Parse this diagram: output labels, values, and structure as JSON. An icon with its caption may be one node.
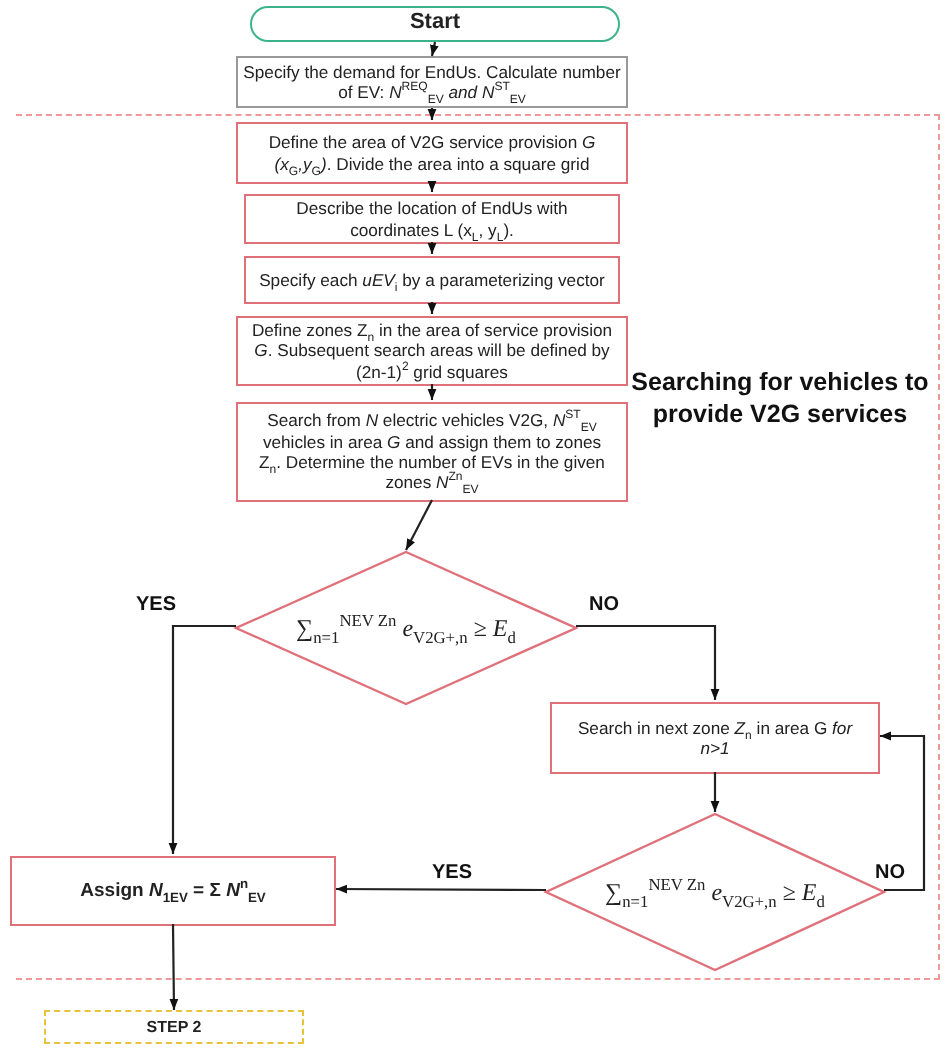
{
  "diagram": {
    "nodes": [
      {
        "text": [
          "Start"
        ]
      },
      {
        "text": [
          "Specify the demand for EndUs. Calculate number of EV: *N*$^{REQ}$$_{EV}$ *and N*$^{ST}$$_{EV}$"
        ]
      },
      {
        "text": [
          "Searching for vehicles to provide V2G services"
        ]
      },
      {
        "text": [
          "Define the area of V2G service provision *G (x*$_{G}$*,y*$_{G}$*)*. Divide the area into a square grid"
        ],
        "in": 2
      },
      {
        "text": [
          "Describe the location of EndUs with coordinates L (x$_{L}$, y$_{L}$)."
        ],
        "in": 2
      },
      {
        "text": [
          "Specify each *uEV*$_{i}$ by a parameterizing vector"
        ],
        "in": 2
      },
      {
        "text": [
          "Define zones Z$_{n}$ in the area of service provision *G*. Subsequent search areas will be defined by (2n-1)$^{2}$ grid squares"
        ],
        "in": 2
      },
      {
        "text": [
          "Search from *N* electric vehicles V2G, *N*$^{ST}$$_{EV}$ vehicles in area *G* and assign them to zones Z$_{n}$. Determine the number of EVs in the given zones *N*$^{Zn}$$_{EV}$"
        ],
        "in": 2
      },
      {
        "text": [
          "∑$_{n=1}$$^{NEV Zn}$ *e*$_{V2G+,n}$ ≥ *E*$_{d}$"
        ],
        "in": 2
      },
      {
        "text": [
          "Search in next zone *Z*$_{n}$ in area G *for n>1*"
        ],
        "in": 2
      },
      {
        "text": [
          "∑$_{n=1}$$^{NEV Zn}$ *e*$_{V2G+,n}$ ≥ *E*$_{d}$"
        ],
        "in": 2
      },
      {
        "text": [
          "Assign *N*$_{1EV}$ = Σ *N*$^{n}$$_{EV}$"
        ],
        "in": 2
      },
      {
        "text": [
          "STEP 2"
        ]
      }
    ],
    "edges": [
      {
        "from": 0,
        "to": 1,
        "arrow": "to"
      },
      {
        "from": 1,
        "to": 3,
        "arrow": "to"
      },
      {
        "from": 3,
        "to": 4,
        "arrow": "to"
      },
      {
        "from": 4,
        "to": 5,
        "arrow": "to"
      },
      {
        "from": 5,
        "to": 6,
        "arrow": "to"
      },
      {
        "from": 6,
        "to": 7,
        "arrow": "to"
      },
      {
        "from": 7,
        "to": 8,
        "arrow": "to"
      },
      {
        "from": 8,
        "to": 11,
        "arrow": "to",
        "label": "YES"
      },
      {
        "from": 8,
        "to": 9,
        "arrow": "to",
        "label": "NO"
      },
      {
        "from": 9,
        "to": 10,
        "arrow": "to"
      },
      {
        "from": 10,
        "to": 11,
        "arrow": "to",
        "label": "YES"
      },
      {
        "from": 10,
        "to": 9,
        "arrow": "to",
        "label": "NO"
      },
      {
        "from": 11,
        "to": 12,
        "arrow": "to"
      }
    ]
  }
}
